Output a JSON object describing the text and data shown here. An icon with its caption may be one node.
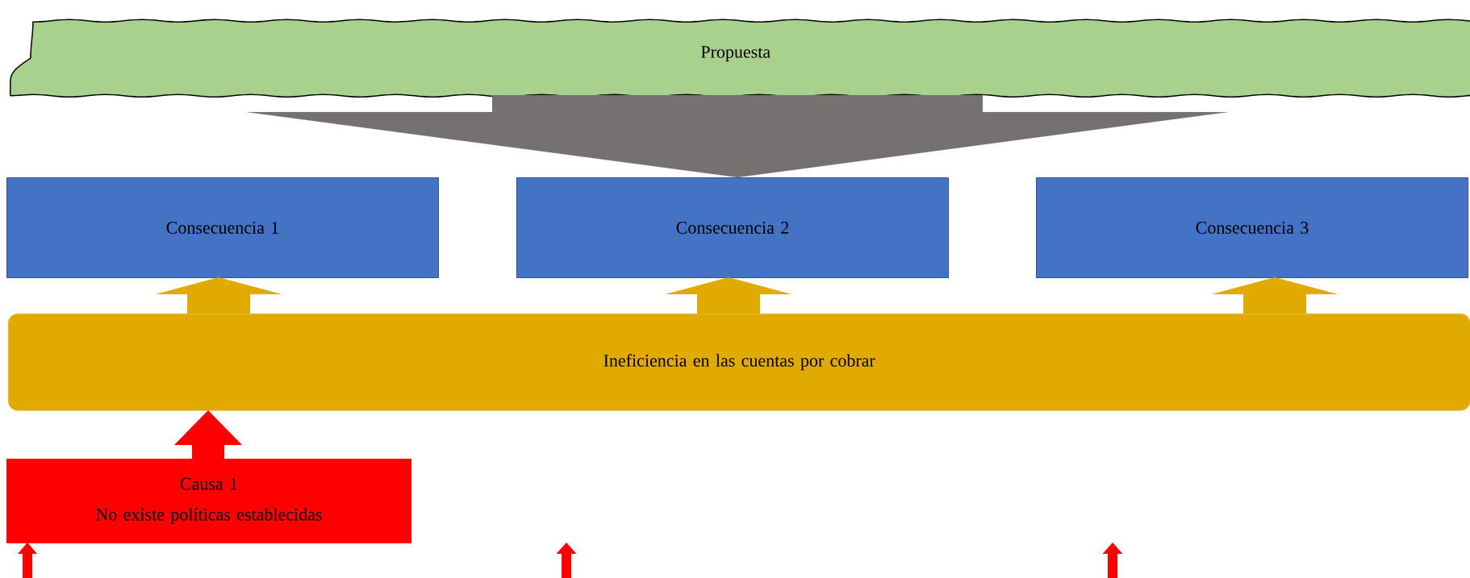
{
  "diagram": {
    "nodes": [
      {
        "text": [
          "Propuesta"
        ]
      },
      {
        "text": [
          "Consecuencia 1"
        ]
      },
      {
        "text": [
          "Consecuencia 2"
        ]
      },
      {
        "text": [
          "Consecuencia 3"
        ]
      },
      {
        "text": [
          "Ineficiencia en las cuentas por cobrar"
        ]
      },
      {
        "text": [
          "Causa 1",
          "No existe políticas establecidas"
        ]
      }
    ],
    "edges": [
      {
        "from": 0,
        "to": 2,
        "arrow": "to",
        "style": "thick",
        "color": "#767171"
      },
      {
        "from": 4,
        "to": 1,
        "arrow": "to"
      },
      {
        "from": 4,
        "to": 2,
        "arrow": "to"
      },
      {
        "from": 4,
        "to": 3,
        "arrow": "to"
      },
      {
        "from": 5,
        "to": 4,
        "arrow": "to",
        "color": "#ff0000"
      },
      {
        "from": null,
        "to": 5,
        "arrow": "to",
        "color": "#ff0000"
      }
    ]
  }
}
